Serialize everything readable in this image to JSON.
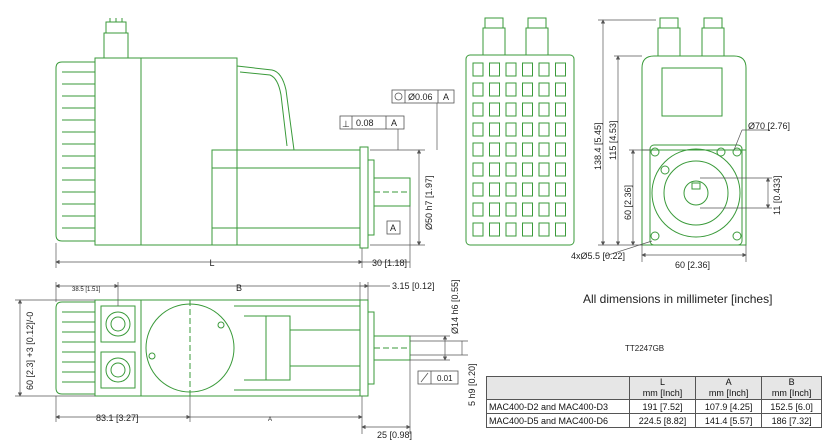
{
  "colors": {
    "outline": "#3a9a3a",
    "dim": "#555555",
    "text": "#222222",
    "header_bg": "#e6e6e6"
  },
  "side_view": {
    "L": "L",
    "shaft_len": "30 [1.18]",
    "d50": "Ø50  h7 [1.97]",
    "perp": "⊥",
    "perp_val": "0.08",
    "datum": "A",
    "circ_val": "Ø0.06",
    "circ_datum": "A",
    "flange_datum": "A"
  },
  "front_view": {
    "h1": "138.4 [5.45]",
    "h2": "115 [4.53]",
    "h3": "60 [2.36]",
    "d70": "Ø70 [2.76]",
    "key": "11 [0.433]",
    "holes": "4xØ5.5 [0.22]",
    "width": "60 [2.36]"
  },
  "top_view": {
    "d1": "38.5 [1.51]",
    "B": "B",
    "flange_dim": "3.15 [0.12]",
    "h60": "60 [2.3] +3 [0.12]/-0",
    "d14": "Ø14 h6 [0.55]",
    "d5": "5 h9 [0.20]",
    "runout": "0.01",
    "dim831": "83.1 [3.27]",
    "A": "A",
    "dim25": "25 [0.98]"
  },
  "note": "All dimensions in millimeter [inches]",
  "code": "TT2247GB",
  "table": {
    "header": [
      "",
      "L\nmm [Inch]",
      "A\nmm [Inch]",
      "B\nmm [Inch]"
    ],
    "rows": [
      [
        "MAC400-D2 and MAC400-D3",
        "191 [7.52]",
        "107.9 [4.25]",
        "152.5 [6.0]"
      ],
      [
        "MAC400-D5 and MAC400-D6",
        "224.5 [8.82]",
        "141.4 [5.57]",
        "186 [7.32]"
      ]
    ]
  }
}
